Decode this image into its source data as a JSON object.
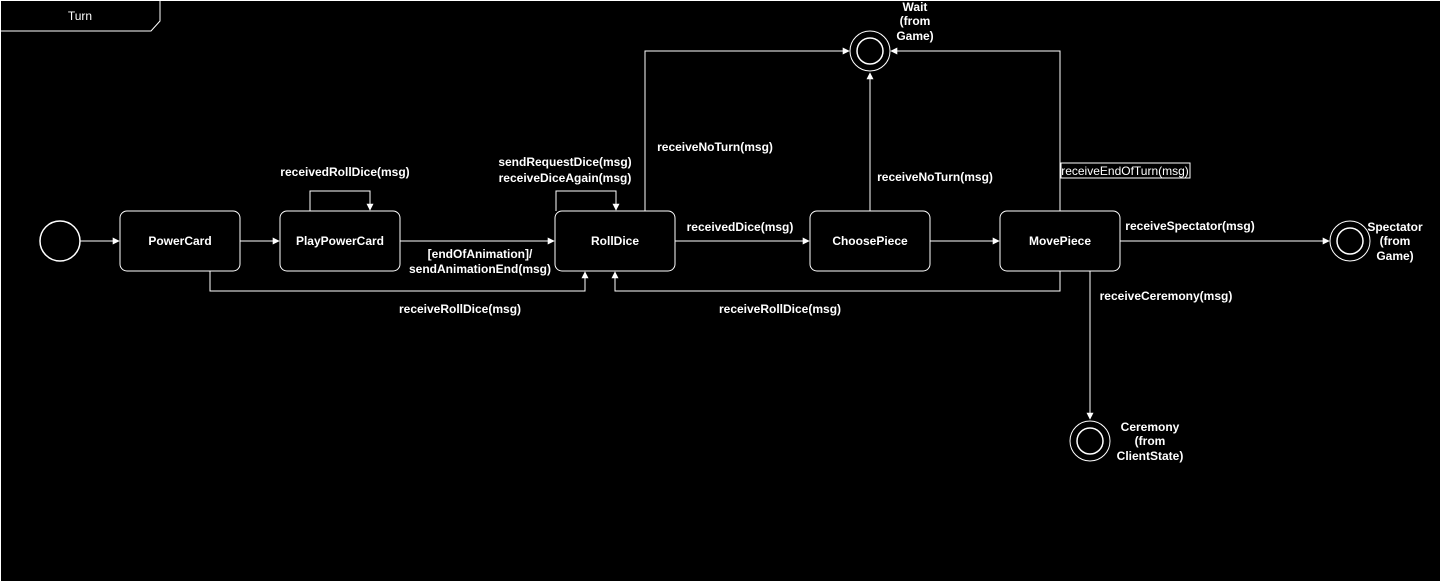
{
  "frame": {
    "title": "Turn"
  },
  "states": {
    "power_card": "PowerCard",
    "play_power_card": "PlayPowerCard",
    "roll_dice": "RollDice",
    "choose_piece": "ChoosePiece",
    "move_piece": "MovePiece"
  },
  "terminals": {
    "wait": [
      "Wait",
      "(from",
      "Game)"
    ],
    "spectator": [
      "Spectator",
      "(from",
      "Game)"
    ],
    "ceremony": [
      "Ceremony",
      "(from",
      "ClientState)"
    ]
  },
  "edges": {
    "received_roll_dice_self": "receivedRollDice(msg)",
    "roll_dice_self_1": "sendRequestDice(msg)",
    "roll_dice_self_2": "receiveDiceAgain(msg)",
    "end_of_animation_1": "[endOfAnimation]/",
    "end_of_animation_2": "sendAnimationEnd(msg)",
    "receive_roll_dice_left": "receiveRollDice(msg)",
    "received_dice": "receivedDice(msg)",
    "receive_roll_dice_right": "receiveRollDice(msg)",
    "receive_no_turn_1": "receiveNoTurn(msg)",
    "receive_no_turn_2": "receiveNoTurn(msg)",
    "receive_end_of_turn": "receiveEndOfTurn(msg)",
    "receive_spectator": "receiveSpectator(msg)",
    "receive_ceremony": "receiveCeremony(msg)"
  },
  "colors": {
    "background": "#000000",
    "foreground": "#ffffff"
  }
}
